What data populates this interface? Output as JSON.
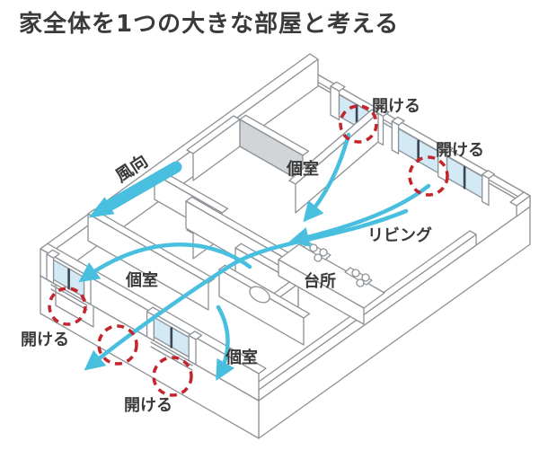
{
  "title": "家全体を1つの大きな部屋と考える",
  "diagram": {
    "wind_label": "風向",
    "open_labels": [
      "開ける",
      "開ける",
      "開ける",
      "開ける"
    ],
    "room_labels": {
      "private_room_top": "個室",
      "private_room_left": "個室",
      "private_room_bottom": "個室",
      "living": "リビング",
      "kitchen": "台所"
    },
    "colors": {
      "airflow_accent": "#49bfe0",
      "highlight_circle": "#c4242c",
      "window_glass": "#d3e9f5",
      "window_mullion": "#3a4550",
      "wall_line": "#8d9296",
      "wall_shade": "#d2d5d7",
      "text": "#3a3a3a",
      "background": "#ffffff"
    }
  }
}
